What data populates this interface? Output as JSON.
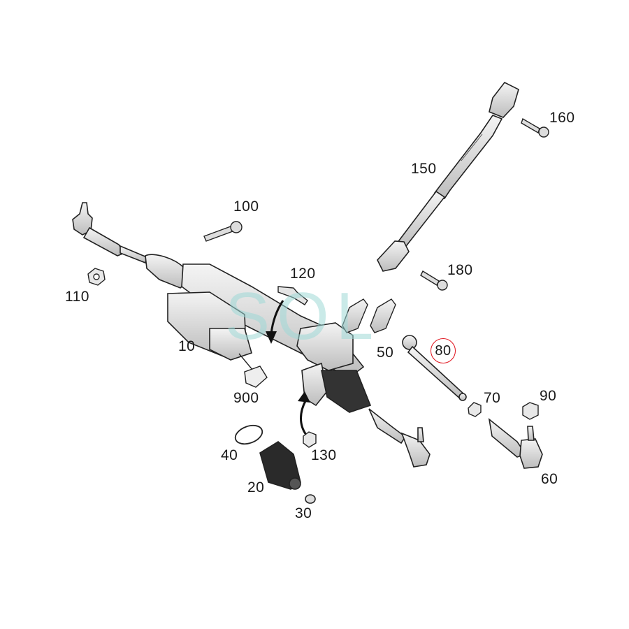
{
  "watermark": {
    "text": "SOL",
    "color": "#9fd9d7"
  },
  "colors": {
    "highlight": "#e0141e",
    "line": "#222222",
    "part_fill": "#e6e6e6"
  },
  "parts": [
    {
      "id": "p10",
      "label": "10"
    },
    {
      "id": "p20",
      "label": "20"
    },
    {
      "id": "p30",
      "label": "30"
    },
    {
      "id": "p40",
      "label": "40"
    },
    {
      "id": "p50",
      "label": "50"
    },
    {
      "id": "p60",
      "label": "60"
    },
    {
      "id": "p70",
      "label": "70"
    },
    {
      "id": "p80",
      "label": "80",
      "highlighted": true
    },
    {
      "id": "p90",
      "label": "90"
    },
    {
      "id": "p100",
      "label": "100"
    },
    {
      "id": "p110",
      "label": "110"
    },
    {
      "id": "p120",
      "label": "120"
    },
    {
      "id": "p130",
      "label": "130"
    },
    {
      "id": "p150",
      "label": "150"
    },
    {
      "id": "p160",
      "label": "160"
    },
    {
      "id": "p180",
      "label": "180"
    },
    {
      "id": "p900",
      "label": "900"
    }
  ]
}
